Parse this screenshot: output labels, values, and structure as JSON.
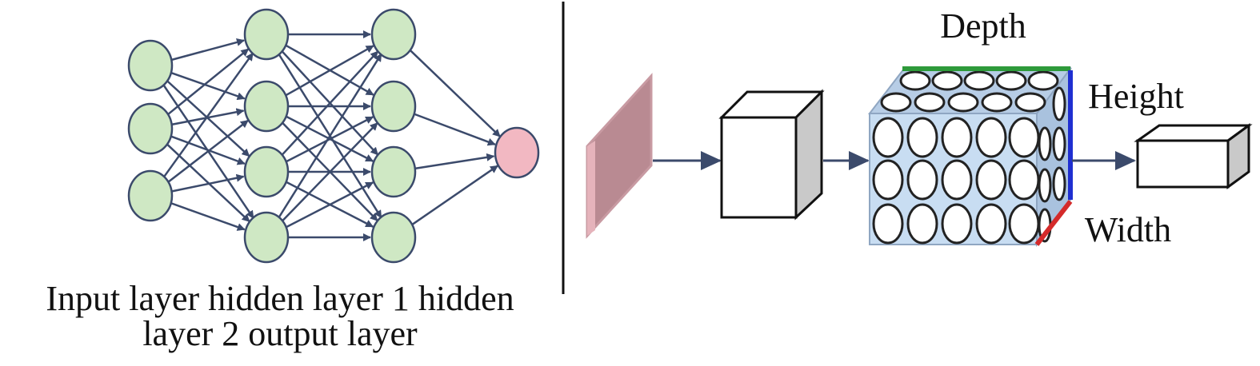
{
  "caption": {
    "line1": "Input layer hidden layer 1 hidden",
    "line2": "layer 2 output layer"
  },
  "cnn_labels": {
    "depth": "Depth",
    "height": "Height",
    "width": "Width"
  },
  "colors": {
    "hidden_node": "#cfe8c4",
    "output_node": "#f2b8c2",
    "edge": "#3b4a6b",
    "input_slab": "#b98a92",
    "volume_face": "#c8ddf2",
    "depth_edge": "#2e9a3a",
    "height_edge": "#1f2fd1",
    "width_edge": "#d42a2a"
  },
  "network": {
    "layer_sizes": [
      3,
      4,
      4,
      1
    ]
  }
}
